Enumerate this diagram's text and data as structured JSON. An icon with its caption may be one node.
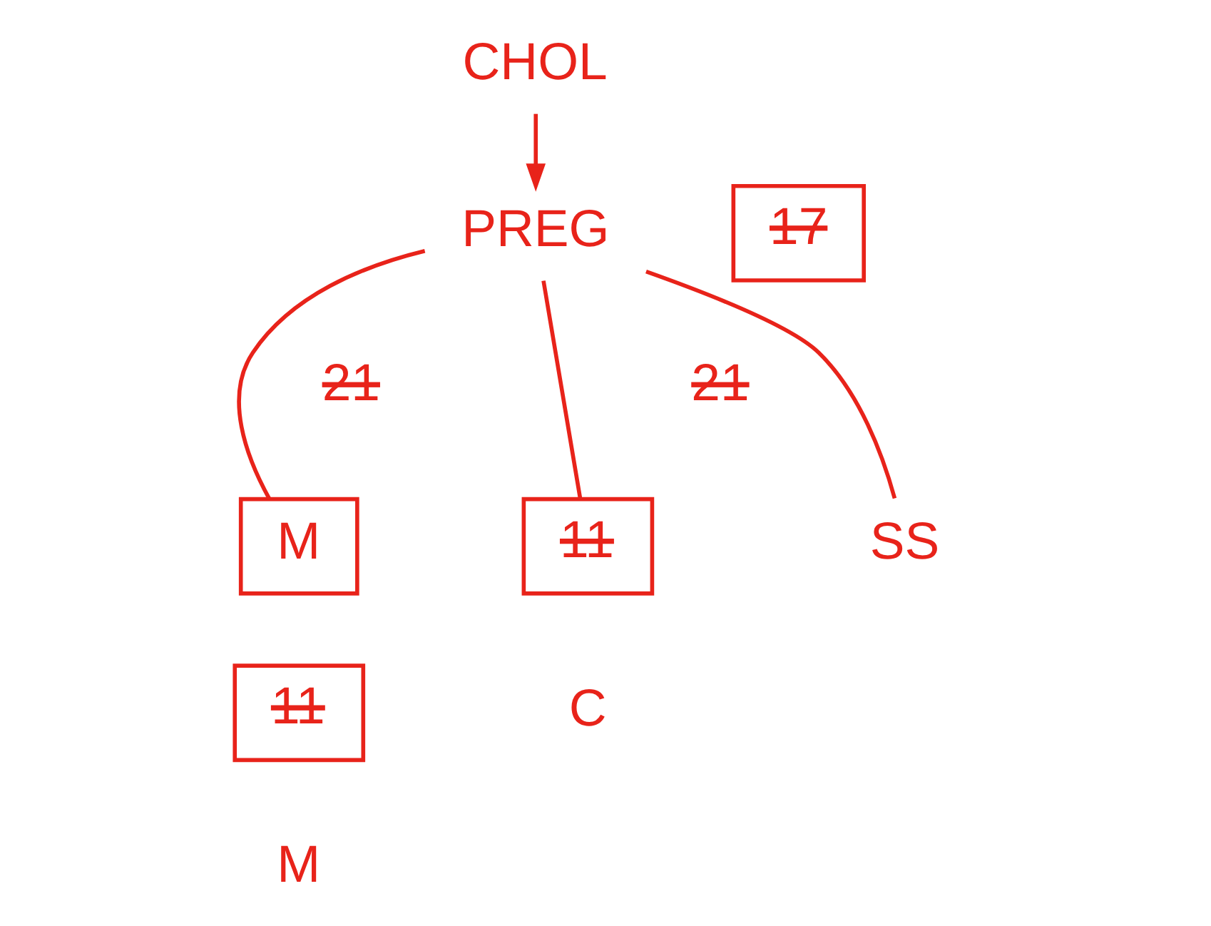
{
  "diagram": {
    "nodes": [
      {
        "text": [
          "CHOL"
        ]
      },
      {
        "text": [
          "17"
        ]
      },
      {
        "text": [
          "PREG"
        ]
      },
      {
        "text": [
          "M"
        ]
      },
      {
        "text": [
          "11"
        ]
      },
      {
        "text": [
          "11"
        ]
      },
      {
        "text": [
          "SS"
        ]
      }
    ],
    "edges": [
      {
        "from": 0,
        "to": 2,
        "arrow": "to"
      },
      {
        "from": 2,
        "to": 3,
        "arrow": "none"
      },
      {
        "from": 2,
        "to": 5,
        "arrow": "none"
      },
      {
        "from": 2,
        "to": 6,
        "arrow": "none"
      }
    ],
    "labels": [
      "21",
      "21",
      "C",
      "M"
    ]
  }
}
